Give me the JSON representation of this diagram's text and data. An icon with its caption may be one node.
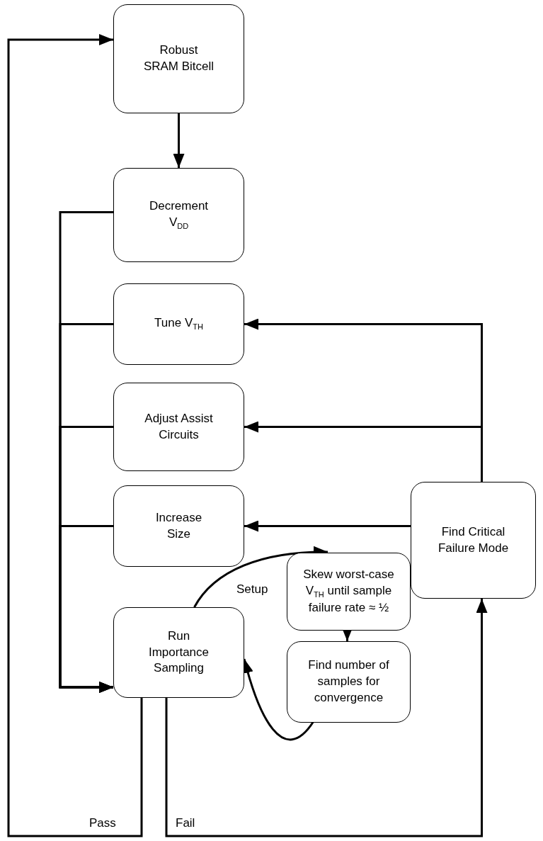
{
  "diagram": {
    "nodes": [
      {
        "text": [
          "Robust SRAM Bitcell"
        ]
      },
      {
        "text": [
          "Decrement V$_{DD}$"
        ]
      },
      {
        "text": [
          "Tune V$_{TH}$"
        ]
      },
      {
        "text": [
          "Adjust Assist Circuits"
        ]
      },
      {
        "text": [
          "Increase Size"
        ]
      },
      {
        "text": [
          "Find Critical Failure Mode"
        ]
      },
      {
        "text": [
          "Run Importance Sampling"
        ]
      },
      {
        "text": [
          "Skew worst-case V$_{TH}$ until sample failure rate ≈ ½"
        ]
      },
      {
        "text": [
          "Find number of samples for convergence"
        ]
      }
    ],
    "edges": [
      {
        "from": 0,
        "to": 1,
        "arrow": "to"
      },
      {
        "from": 1,
        "to": 6,
        "arrow": "to"
      },
      {
        "from": 2,
        "to": 6,
        "arrow": "to"
      },
      {
        "from": 3,
        "to": 6,
        "arrow": "to"
      },
      {
        "from": 4,
        "to": 6,
        "arrow": "to"
      },
      {
        "from": 5,
        "to": 2,
        "arrow": "to"
      },
      {
        "from": 5,
        "to": 3,
        "arrow": "to"
      },
      {
        "from": 5,
        "to": 4,
        "arrow": "to"
      },
      {
        "from": 6,
        "to": 7,
        "arrow": "to",
        "label": "Setup"
      },
      {
        "from": 7,
        "to": 8,
        "arrow": "to"
      },
      {
        "from": 8,
        "to": 6,
        "arrow": "to"
      },
      {
        "from": 6,
        "to": 0,
        "arrow": "to",
        "label": "Pass"
      },
      {
        "from": 6,
        "to": 5,
        "arrow": "to",
        "label": "Fail"
      }
    ]
  }
}
